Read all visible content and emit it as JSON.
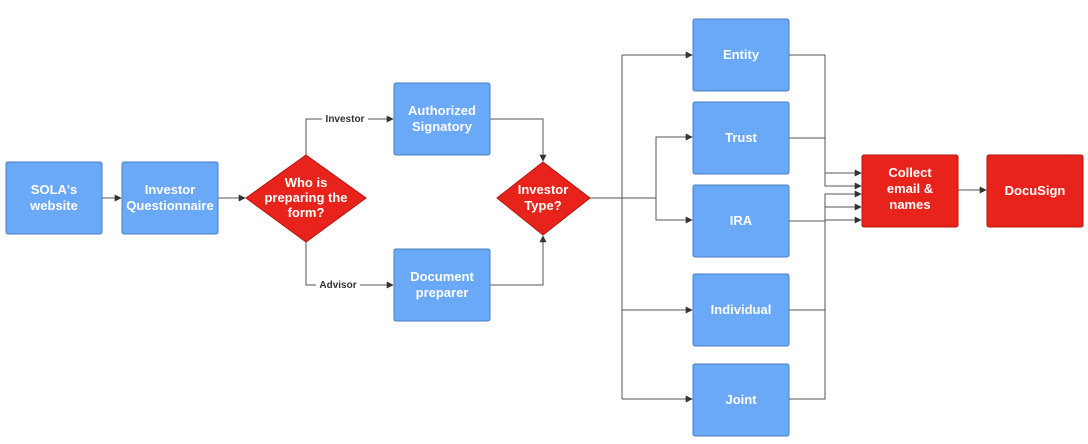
{
  "colors": {
    "blue": "#6aa8f8",
    "blue_border": "#4a7fc0",
    "red": "#e8231b",
    "red_border": "#b5150f",
    "line": "#555555"
  },
  "nodes": {
    "solas_website": {
      "line1": "SOLA's",
      "line2": "website"
    },
    "investor_questionnaire": {
      "line1": "Investor",
      "line2": "Questionnaire"
    },
    "who_prepares": {
      "line1": "Who is",
      "line2": "preparing the",
      "line3": "form?"
    },
    "authorized_signatory": {
      "line1": "Authorized",
      "line2": "Signatory"
    },
    "document_preparer": {
      "line1": "Document",
      "line2": "preparer"
    },
    "investor_type": {
      "line1": "Investor",
      "line2": "Type?"
    },
    "entity": {
      "label": "Entity"
    },
    "trust": {
      "label": "Trust"
    },
    "ira": {
      "label": "IRA"
    },
    "individual": {
      "label": "Individual"
    },
    "joint": {
      "label": "Joint"
    },
    "collect": {
      "line1": "Collect",
      "line2": "email &",
      "line3": "names"
    },
    "docusign": {
      "label": "DocuSign"
    }
  },
  "edges": {
    "investor_label": "Investor",
    "advisor_label": "Advisor"
  }
}
